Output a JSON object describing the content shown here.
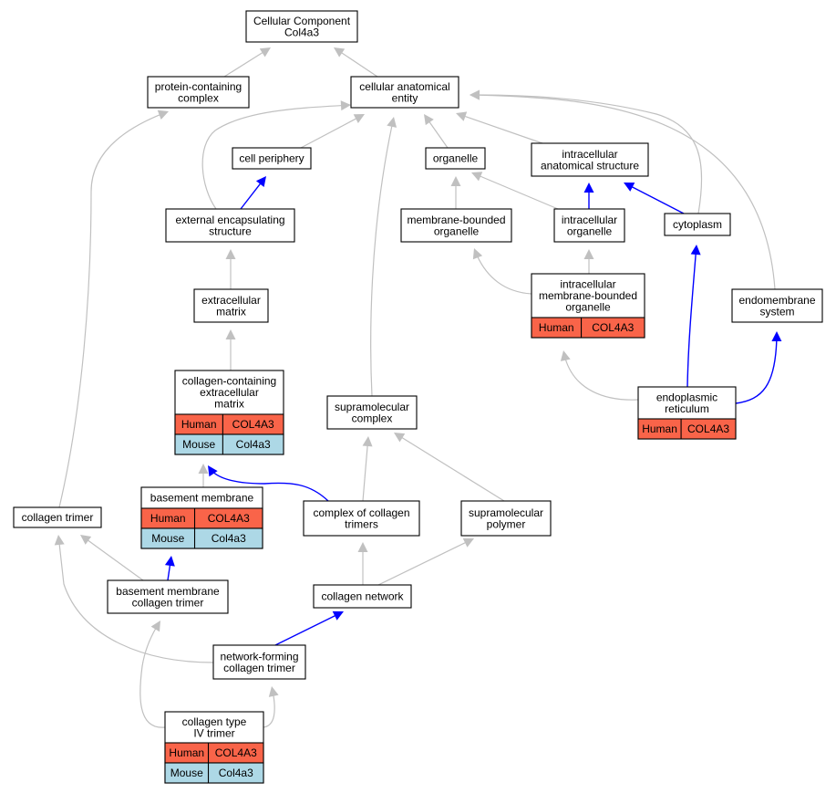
{
  "colors": {
    "human_cell": "#f96449",
    "mouse_cell": "#add8e6",
    "is_a_edge": "#c0c0c0",
    "part_of_edge": "#0000ff"
  },
  "nodes": {
    "root": {
      "lines": [
        "Cellular Component",
        "Col4a3"
      ]
    },
    "protein_containing_complex": {
      "lines": [
        "protein-containing",
        "complex"
      ]
    },
    "cellular_anatomical_entity": {
      "lines": [
        "cellular anatomical",
        "entity"
      ]
    },
    "cell_periphery": {
      "lines": [
        "cell periphery"
      ]
    },
    "organelle": {
      "lines": [
        "organelle"
      ]
    },
    "intracellular_anatomical_structure": {
      "lines": [
        "intracellular",
        "anatomical structure"
      ]
    },
    "external_encapsulating_structure": {
      "lines": [
        "external encapsulating",
        "structure"
      ]
    },
    "membrane_bounded_organelle": {
      "lines": [
        "membrane-bounded",
        "organelle"
      ]
    },
    "intracellular_organelle": {
      "lines": [
        "intracellular",
        "organelle"
      ]
    },
    "cytoplasm": {
      "lines": [
        "cytoplasm"
      ]
    },
    "extracellular_matrix": {
      "lines": [
        "extracellular",
        "matrix"
      ]
    },
    "intracellular_membrane_bounded_organelle": {
      "lines": [
        "intracellular",
        "membrane-bounded",
        "organelle"
      ],
      "annotations": [
        {
          "species": "Human",
          "gene": "COL4A3"
        }
      ]
    },
    "endomembrane_system": {
      "lines": [
        "endomembrane",
        "system"
      ]
    },
    "collagen_containing_extracellular_matrix": {
      "lines": [
        "collagen-containing",
        "extracellular",
        "matrix"
      ],
      "annotations": [
        {
          "species": "Human",
          "gene": "COL4A3"
        },
        {
          "species": "Mouse",
          "gene": "Col4a3"
        }
      ]
    },
    "supramolecular_complex": {
      "lines": [
        "supramolecular",
        "complex"
      ]
    },
    "endoplasmic_reticulum": {
      "lines": [
        "endoplasmic",
        "reticulum"
      ],
      "annotations": [
        {
          "species": "Human",
          "gene": "COL4A3"
        }
      ]
    },
    "basement_membrane": {
      "lines": [
        "basement membrane"
      ],
      "annotations": [
        {
          "species": "Human",
          "gene": "COL4A3"
        },
        {
          "species": "Mouse",
          "gene": "Col4a3"
        }
      ]
    },
    "collagen_trimer": {
      "lines": [
        "collagen trimer"
      ]
    },
    "complex_of_collagen_trimers": {
      "lines": [
        "complex of collagen",
        "trimers"
      ]
    },
    "supramolecular_polymer": {
      "lines": [
        "supramolecular",
        "polymer"
      ]
    },
    "basement_membrane_collagen_trimer": {
      "lines": [
        "basement membrane",
        "collagen trimer"
      ]
    },
    "collagen_network": {
      "lines": [
        "collagen network"
      ]
    },
    "network_forming_collagen_trimer": {
      "lines": [
        "network-forming",
        "collagen trimer"
      ]
    },
    "collagen_type_iv_trimer": {
      "lines": [
        "collagen type",
        "IV trimer"
      ],
      "annotations": [
        {
          "species": "Human",
          "gene": "COL4A3"
        },
        {
          "species": "Mouse",
          "gene": "Col4a3"
        }
      ]
    }
  },
  "edges": [
    {
      "from": "protein_containing_complex",
      "to": "root",
      "type": "is_a"
    },
    {
      "from": "cellular_anatomical_entity",
      "to": "root",
      "type": "is_a"
    },
    {
      "from": "cell_periphery",
      "to": "cellular_anatomical_entity",
      "type": "is_a"
    },
    {
      "from": "organelle",
      "to": "cellular_anatomical_entity",
      "type": "is_a"
    },
    {
      "from": "intracellular_anatomical_structure",
      "to": "cellular_anatomical_entity",
      "type": "is_a"
    },
    {
      "from": "external_encapsulating_structure",
      "to": "cellular_anatomical_entity",
      "type": "is_a"
    },
    {
      "from": "external_encapsulating_structure",
      "to": "cell_periphery",
      "type": "part_of"
    },
    {
      "from": "membrane_bounded_organelle",
      "to": "organelle",
      "type": "is_a"
    },
    {
      "from": "intracellular_organelle",
      "to": "organelle",
      "type": "is_a"
    },
    {
      "from": "intracellular_organelle",
      "to": "intracellular_anatomical_structure",
      "type": "part_of"
    },
    {
      "from": "cytoplasm",
      "to": "intracellular_anatomical_structure",
      "type": "part_of"
    },
    {
      "from": "cytoplasm",
      "to": "cellular_anatomical_entity",
      "type": "is_a"
    },
    {
      "from": "extracellular_matrix",
      "to": "external_encapsulating_structure",
      "type": "is_a"
    },
    {
      "from": "intracellular_membrane_bounded_organelle",
      "to": "membrane_bounded_organelle",
      "type": "is_a"
    },
    {
      "from": "intracellular_membrane_bounded_organelle",
      "to": "intracellular_organelle",
      "type": "is_a"
    },
    {
      "from": "endomembrane_system",
      "to": "cellular_anatomical_entity",
      "type": "is_a"
    },
    {
      "from": "collagen_containing_extracellular_matrix",
      "to": "extracellular_matrix",
      "type": "is_a"
    },
    {
      "from": "supramolecular_complex",
      "to": "cellular_anatomical_entity",
      "type": "is_a"
    },
    {
      "from": "endoplasmic_reticulum",
      "to": "intracellular_membrane_bounded_organelle",
      "type": "is_a"
    },
    {
      "from": "endoplasmic_reticulum",
      "to": "cytoplasm",
      "type": "part_of"
    },
    {
      "from": "endoplasmic_reticulum",
      "to": "endomembrane_system",
      "type": "part_of"
    },
    {
      "from": "basement_membrane",
      "to": "collagen_containing_extracellular_matrix",
      "type": "is_a"
    },
    {
      "from": "collagen_trimer",
      "to": "protein_containing_complex",
      "type": "is_a"
    },
    {
      "from": "complex_of_collagen_trimers",
      "to": "collagen_containing_extracellular_matrix",
      "type": "part_of"
    },
    {
      "from": "complex_of_collagen_trimers",
      "to": "supramolecular_complex",
      "type": "is_a"
    },
    {
      "from": "supramolecular_polymer",
      "to": "supramolecular_complex",
      "type": "is_a"
    },
    {
      "from": "basement_membrane_collagen_trimer",
      "to": "basement_membrane",
      "type": "part_of"
    },
    {
      "from": "basement_membrane_collagen_trimer",
      "to": "collagen_trimer",
      "type": "is_a"
    },
    {
      "from": "collagen_network",
      "to": "complex_of_collagen_trimers",
      "type": "is_a"
    },
    {
      "from": "collagen_network",
      "to": "supramolecular_polymer",
      "type": "is_a"
    },
    {
      "from": "network_forming_collagen_trimer",
      "to": "collagen_network",
      "type": "part_of"
    },
    {
      "from": "network_forming_collagen_trimer",
      "to": "collagen_trimer",
      "type": "is_a"
    },
    {
      "from": "collagen_type_iv_trimer",
      "to": "basement_membrane_collagen_trimer",
      "type": "is_a"
    },
    {
      "from": "collagen_type_iv_trimer",
      "to": "network_forming_collagen_trimer",
      "type": "is_a"
    }
  ]
}
